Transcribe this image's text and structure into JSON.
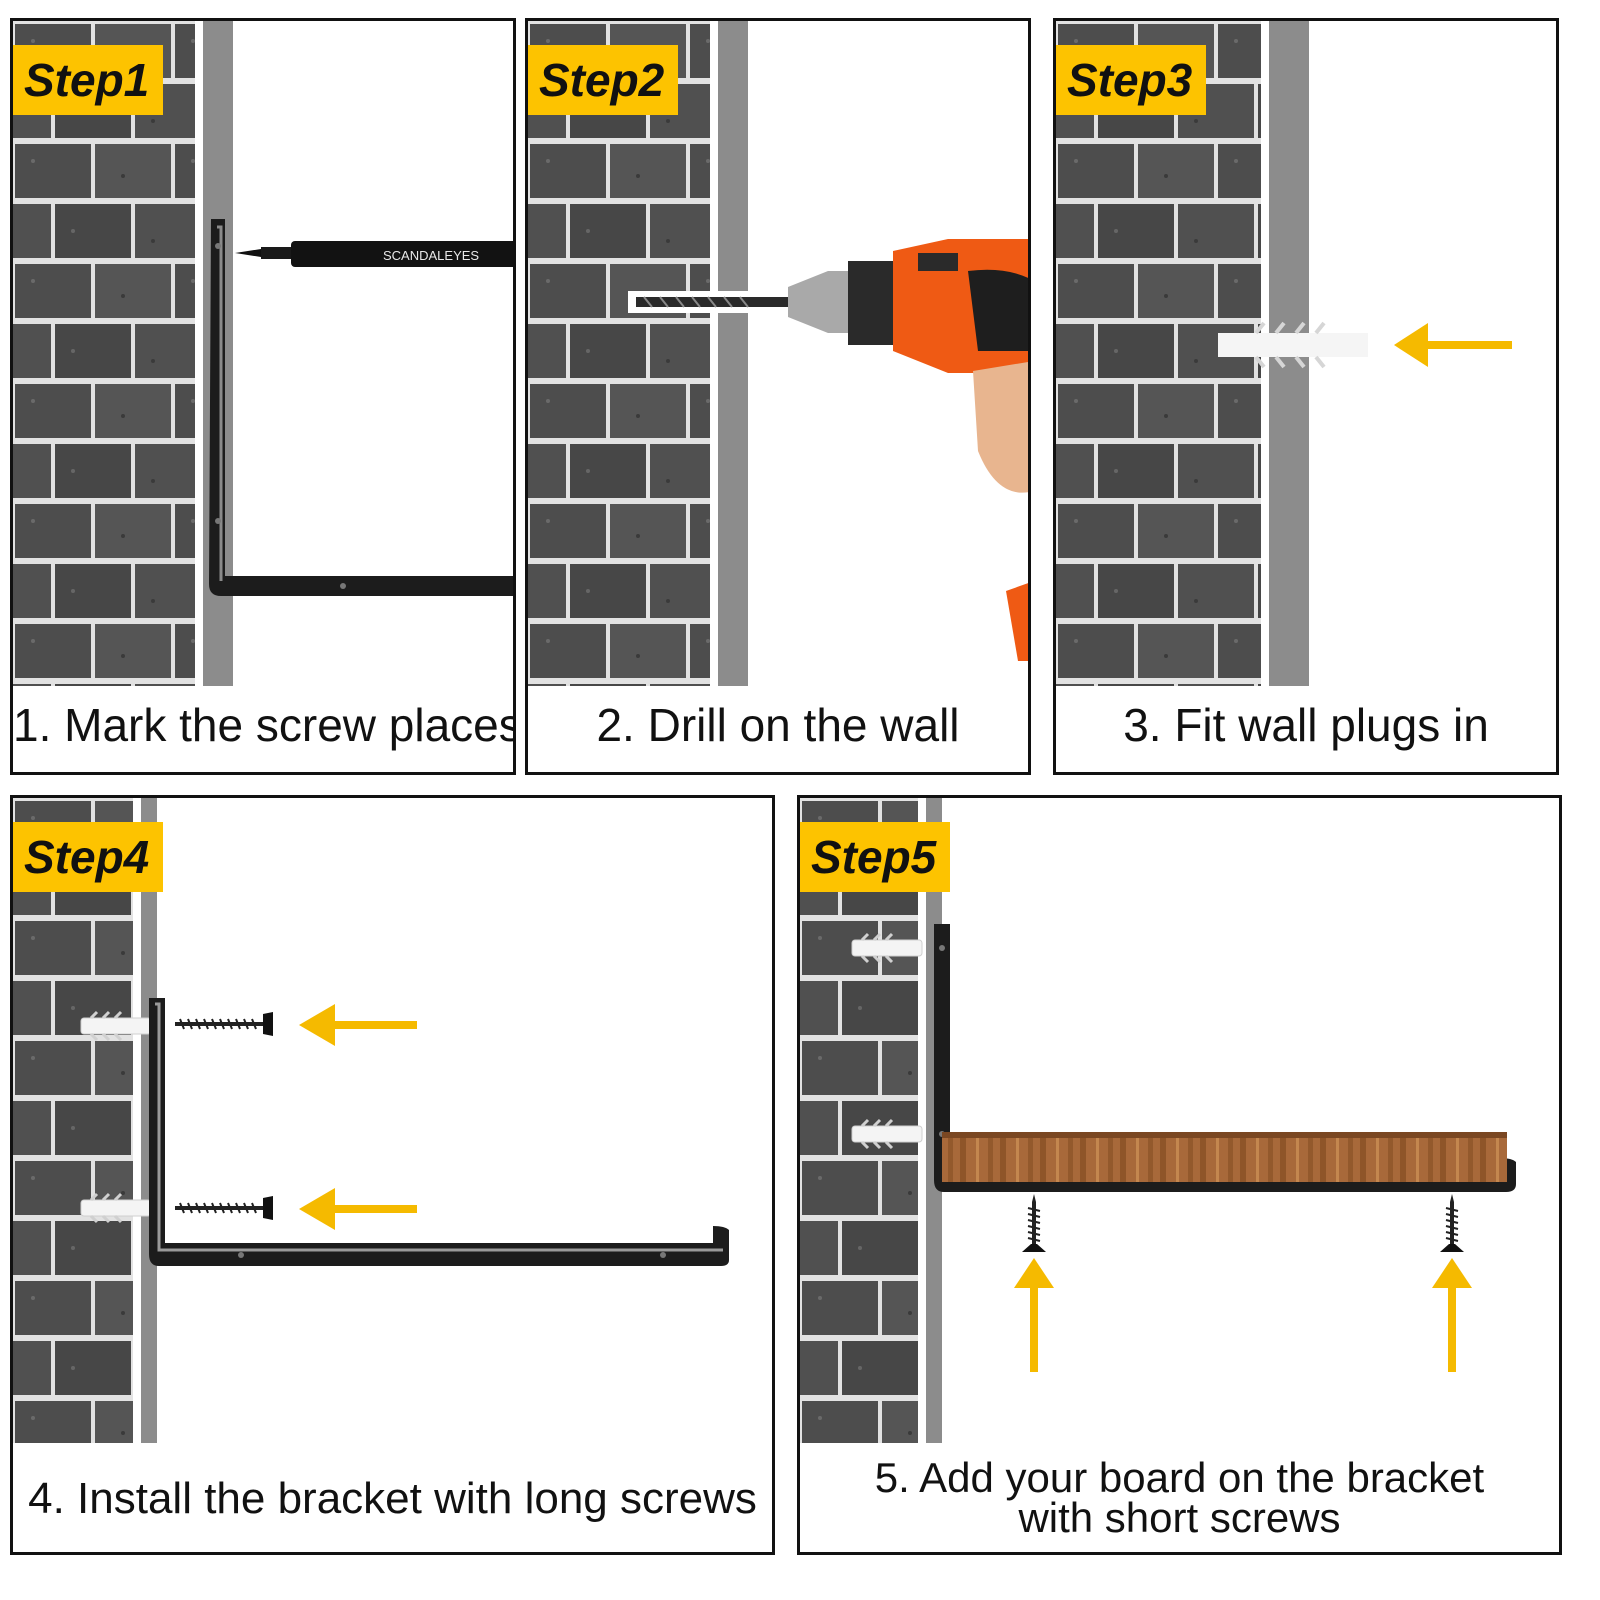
{
  "colors": {
    "badge": "#FDC300",
    "arrow": "#F5BA00",
    "brick_dark": "#4a4a4a",
    "mortar": "#e0e0e0",
    "wall_edge": "#8c8c8c",
    "bracket": "#1c1c1c",
    "wood": "#a8693a",
    "drill_body": "#ef5a14"
  },
  "steps": [
    {
      "badge": "Step1",
      "caption": "1. Mark the screw places"
    },
    {
      "badge": "Step2",
      "caption": "2. Drill on the wall"
    },
    {
      "badge": "Step3",
      "caption": "3. Fit wall plugs in"
    },
    {
      "badge": "Step4",
      "caption": "4. Install the bracket with long screws"
    },
    {
      "badge": "Step5",
      "caption_line1": "5. Add your board on the bracket",
      "caption_line2": "with short screws"
    }
  ],
  "pen": {
    "brand": "SCANDALEYES"
  },
  "icons": [
    "pen-icon",
    "drill-icon",
    "wall-plug-icon",
    "screw-icon",
    "arrow-icon",
    "bracket-icon",
    "shelf-board-icon"
  ]
}
